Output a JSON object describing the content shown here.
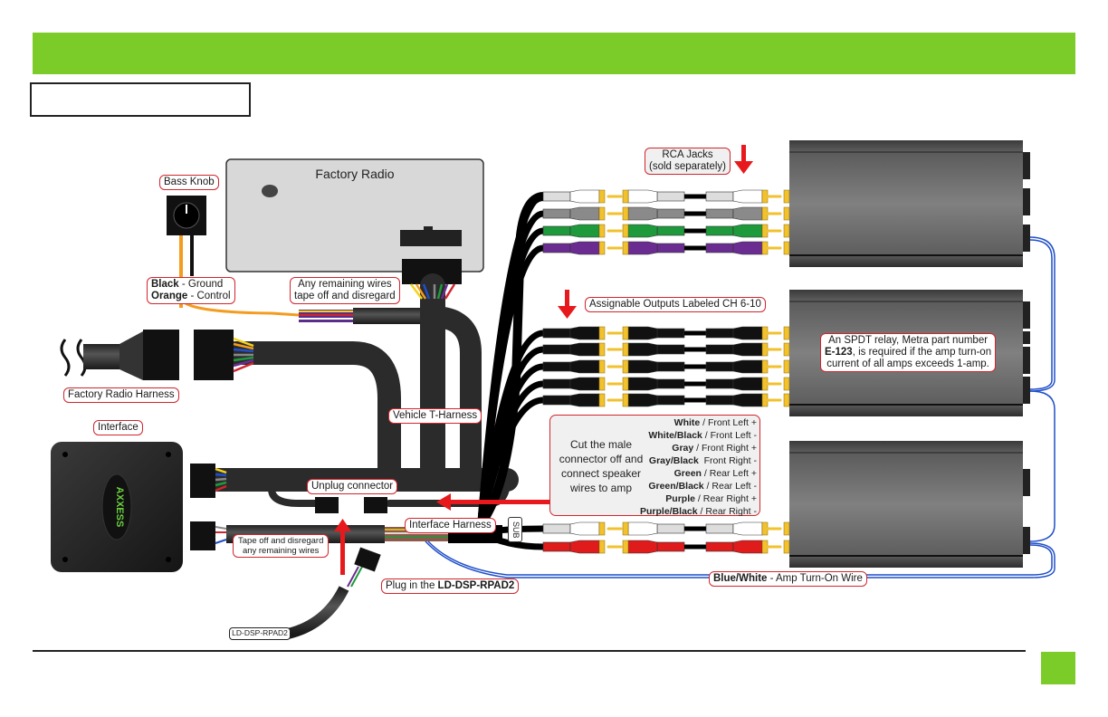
{
  "header": {
    "banner_color": "#7ccc29",
    "title_box_text": ""
  },
  "factory_radio": {
    "title": "Factory Radio"
  },
  "labels": {
    "bass_knob": "Bass Knob",
    "knob_wires": [
      {
        "color": "Black",
        "function": " - Ground"
      },
      {
        "color": "Orange",
        "function": " - Control"
      }
    ],
    "remaining_wires_line1": "Any remaining wires",
    "remaining_wires_line2": "tape off and disregard",
    "factory_radio_harness": "Factory Radio Harness",
    "interface": "Interface",
    "vehicle_t_harness": "Vehicle T-Harness",
    "unplug_connector": "Unplug  connector",
    "tape_off_line1": "Tape off and disregard",
    "tape_off_line2": "any remaining wires",
    "interface_harness": "Interface Harness",
    "plug_in_prefix": "Plug in the ",
    "plug_in_part": "LD-DSP-RPAD2",
    "rpad_tag": "LD-DSP-RPAD2",
    "rca_jacks_line1": "RCA Jacks",
    "rca_jacks_line2": "(sold separately)",
    "assignable_outputs": "Assignable Outputs Labeled CH 6-10",
    "sub_tag": "SUB",
    "relay_note_line1": "An SPDT relay, Metra part number",
    "relay_note_part": "E-123",
    "relay_note_line2_rest": ", is required if the amp turn-on",
    "relay_note_line3": "current of all amps exceeds 1-amp.",
    "turn_on_wire_color": "Blue/White",
    "turn_on_wire_desc": " - Amp Turn-On Wire",
    "interface_logo": "AXXESS"
  },
  "speaker_legend": {
    "instruction": "Cut the male connector off and connect speaker wires to amp",
    "entries": [
      {
        "color": "White",
        "sep": " / ",
        "channel": "Front Left +"
      },
      {
        "color": "White/Black",
        "sep": " / ",
        "channel": "Front Left -"
      },
      {
        "color": "Gray",
        "sep": " / ",
        "channel": "Front Right +"
      },
      {
        "color": "Gray/Black",
        "sep": "  ",
        "channel": "Front Right -"
      },
      {
        "color": "Green",
        "sep": " / ",
        "channel": "Rear Left +"
      },
      {
        "color": "Green/Black",
        "sep": " / ",
        "channel": "Rear Left -"
      },
      {
        "color": "Purple",
        "sep": " / ",
        "channel": "Rear Right +"
      },
      {
        "color": "Purple/Black",
        "sep": " / ",
        "channel": "Rear Right -"
      }
    ]
  },
  "rca_groups": {
    "speaker_rca_colors": [
      "#ffffff",
      "#8a8a8a",
      "#1e9a3c",
      "#6a2c91"
    ],
    "assignable_rca_colors": [
      "#111111",
      "#111111",
      "#111111",
      "#111111",
      "#111111"
    ],
    "sub_rca_colors": [
      "#ffffff",
      "#e01b1b"
    ]
  },
  "colors": {
    "accent_green": "#7ccc29",
    "callout_border": "#d0262d",
    "arrow_red": "#e8191c",
    "turn_on_wire": "#1f4fc9"
  }
}
